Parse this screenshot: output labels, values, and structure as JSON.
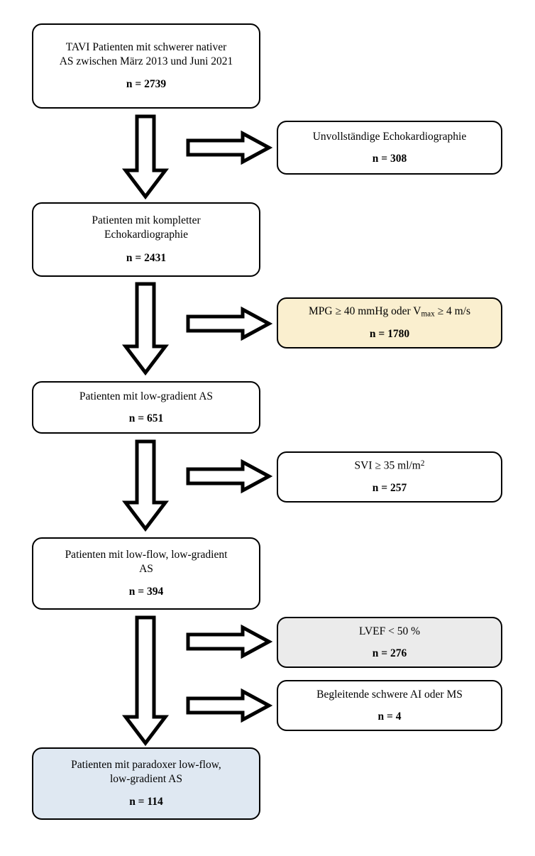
{
  "diagram": {
    "title": "TAVI Patientenauswahl Flussdiagramm",
    "colors": {
      "highlight_yellow": "#FAEFCF",
      "highlight_gray": "#EBEBEB",
      "highlight_blue": "#DFE8F2",
      "outline": "#000000",
      "background": "#FFFFFF"
    }
  },
  "main_nodes": [
    {
      "id": "node-tavi-cohort",
      "label": "TAVI Patienten mit schwerer nativer\nAS zwischen März 2013 und Juni 2021",
      "count": "n = 2739",
      "fill": "white"
    },
    {
      "id": "node-complete-echo",
      "label": "Patienten mit kompletter\nEchokardiographie",
      "count": "n = 2431",
      "fill": "white"
    },
    {
      "id": "node-low-gradient",
      "label": "Patienten mit low-gradient AS",
      "count": "n = 651",
      "fill": "white"
    },
    {
      "id": "node-low-flow-low-gradient",
      "label": "Patienten mit low-flow, low-gradient\nAS",
      "count": "n = 394",
      "fill": "white"
    },
    {
      "id": "node-paradoxical",
      "label": "Patienten mit paradoxer low-flow,\nlow-gradient AS",
      "count": "n = 114",
      "fill": "blue"
    }
  ],
  "exclusion_nodes": [
    {
      "id": "node-incomplete-echo",
      "label": "Unvollständige Echokardiographie",
      "count": "n = 308",
      "fill": "white"
    },
    {
      "id": "node-high-gradient",
      "label_parts": {
        "pre": "MPG ≥ 40 mmHg oder V",
        "sub": "max",
        "post": " ≥ 4 m/s"
      },
      "count": "n = 1780",
      "fill": "yellow"
    },
    {
      "id": "node-normal-flow",
      "label_parts": {
        "pre": "SVI ≥ 35 ml/m",
        "sup": "2",
        "post": ""
      },
      "count": "n = 257",
      "fill": "white"
    },
    {
      "id": "node-reduced-lvef",
      "label": "LVEF < 50 %",
      "count": "n = 276",
      "fill": "gray"
    },
    {
      "id": "node-concomitant-ai-ms",
      "label": "Begleitende schwere AI oder MS",
      "count": "n = 4",
      "fill": "white"
    }
  ],
  "arrows": {
    "down_icon": "arrow-down-block",
    "right_icon": "arrow-right-block",
    "down_count": 4,
    "right_count": 5
  }
}
